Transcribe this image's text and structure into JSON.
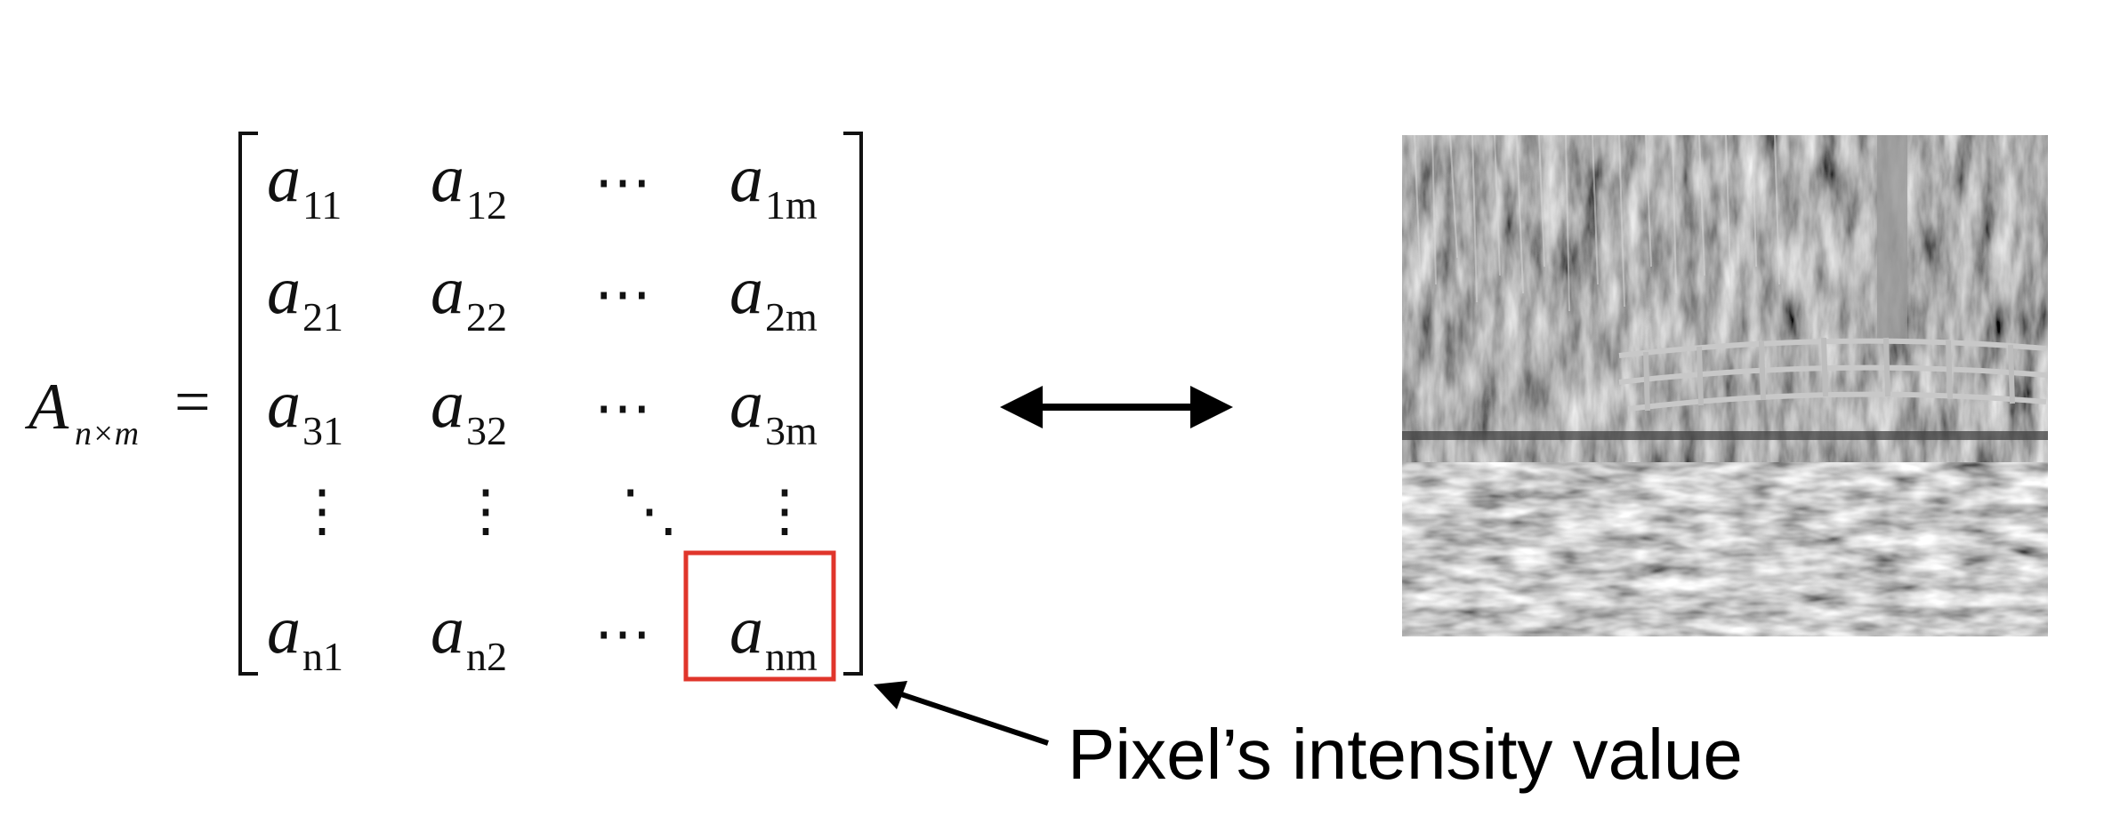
{
  "matrix": {
    "lhs": {
      "symbol": "A",
      "subscript": "n×m",
      "equals": "="
    },
    "rows": [
      [
        {
          "base": "a",
          "sub": "11"
        },
        {
          "base": "a",
          "sub": "12"
        },
        {
          "base": "⋯",
          "sub": ""
        },
        {
          "base": "a",
          "sub": "1m"
        }
      ],
      [
        {
          "base": "a",
          "sub": "21"
        },
        {
          "base": "a",
          "sub": "22"
        },
        {
          "base": "⋯",
          "sub": ""
        },
        {
          "base": "a",
          "sub": "2m"
        }
      ],
      [
        {
          "base": "a",
          "sub": "31"
        },
        {
          "base": "a",
          "sub": "32"
        },
        {
          "base": "⋯",
          "sub": ""
        },
        {
          "base": "a",
          "sub": "3m"
        }
      ],
      [
        {
          "base": "⋮",
          "sub": ""
        },
        {
          "base": "⋮",
          "sub": ""
        },
        {
          "base": "⋱",
          "sub": ""
        },
        {
          "base": "⋮",
          "sub": ""
        }
      ],
      [
        {
          "base": "a",
          "sub": "n1"
        },
        {
          "base": "a",
          "sub": "n2"
        },
        {
          "base": "⋯",
          "sub": ""
        },
        {
          "base": "a",
          "sub": "nm"
        }
      ]
    ],
    "highlight_color": "#e0352b"
  },
  "connector": {
    "icon": "double-headed-arrow-icon",
    "color": "#000000"
  },
  "image": {
    "icon": "grayscale-garden-bridge-photo"
  },
  "annotation": {
    "label": "Pixel’s intensity value",
    "icon": "pointer-arrow-icon"
  }
}
